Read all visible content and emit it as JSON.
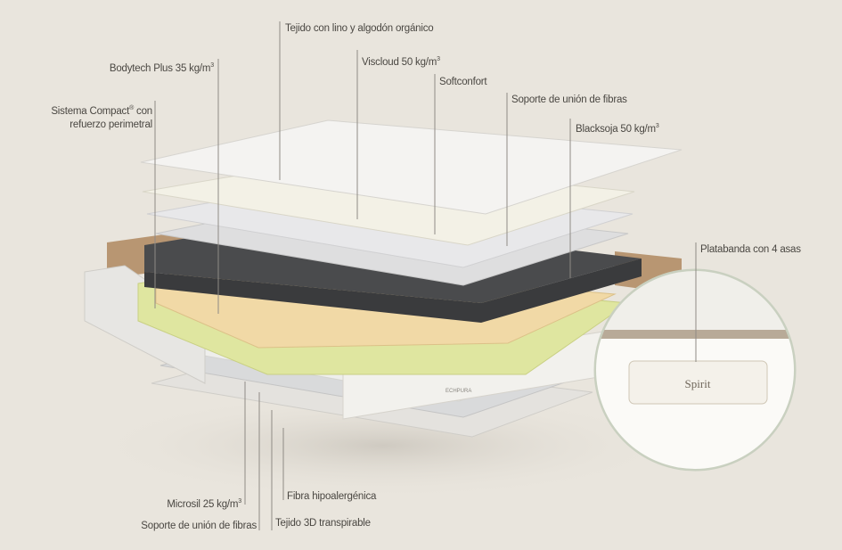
{
  "labels": {
    "tejido_lino": "Tejido con lino y algodón orgánico",
    "viscloud": "Viscloud 50 kg/m",
    "softconfort": "Softconfort",
    "soporte_top": "Soporte de unión de fibras",
    "blacksoja": "Blacksoja 50 kg/m",
    "bodytech": "Bodytech Plus 35 kg/m",
    "sistema_line1": "Sistema Compact",
    "sistema_line1_suffix": " con",
    "sistema_line2": "refuerzo perimetral",
    "platabanda": "Platabanda con 4 asas",
    "microsil": "Microsil 25 kg/m",
    "soporte_bottom": "Soporte de unión de fibras",
    "tejido_3d": "Tejido 3D transpirable",
    "fibra": "Fibra hipoalergénica",
    "cubed": "3",
    "registered": "®"
  },
  "handle_label": "Spirit",
  "brand_tag": "ECHPURA",
  "colors": {
    "background": "#e9e5dd",
    "foam_dark": "#4a4b4d",
    "foam_yellow": "#f1d9a6",
    "foam_green": "#dfe6a0",
    "frame_brown": "#b89672",
    "leader": "#8f8b85"
  }
}
